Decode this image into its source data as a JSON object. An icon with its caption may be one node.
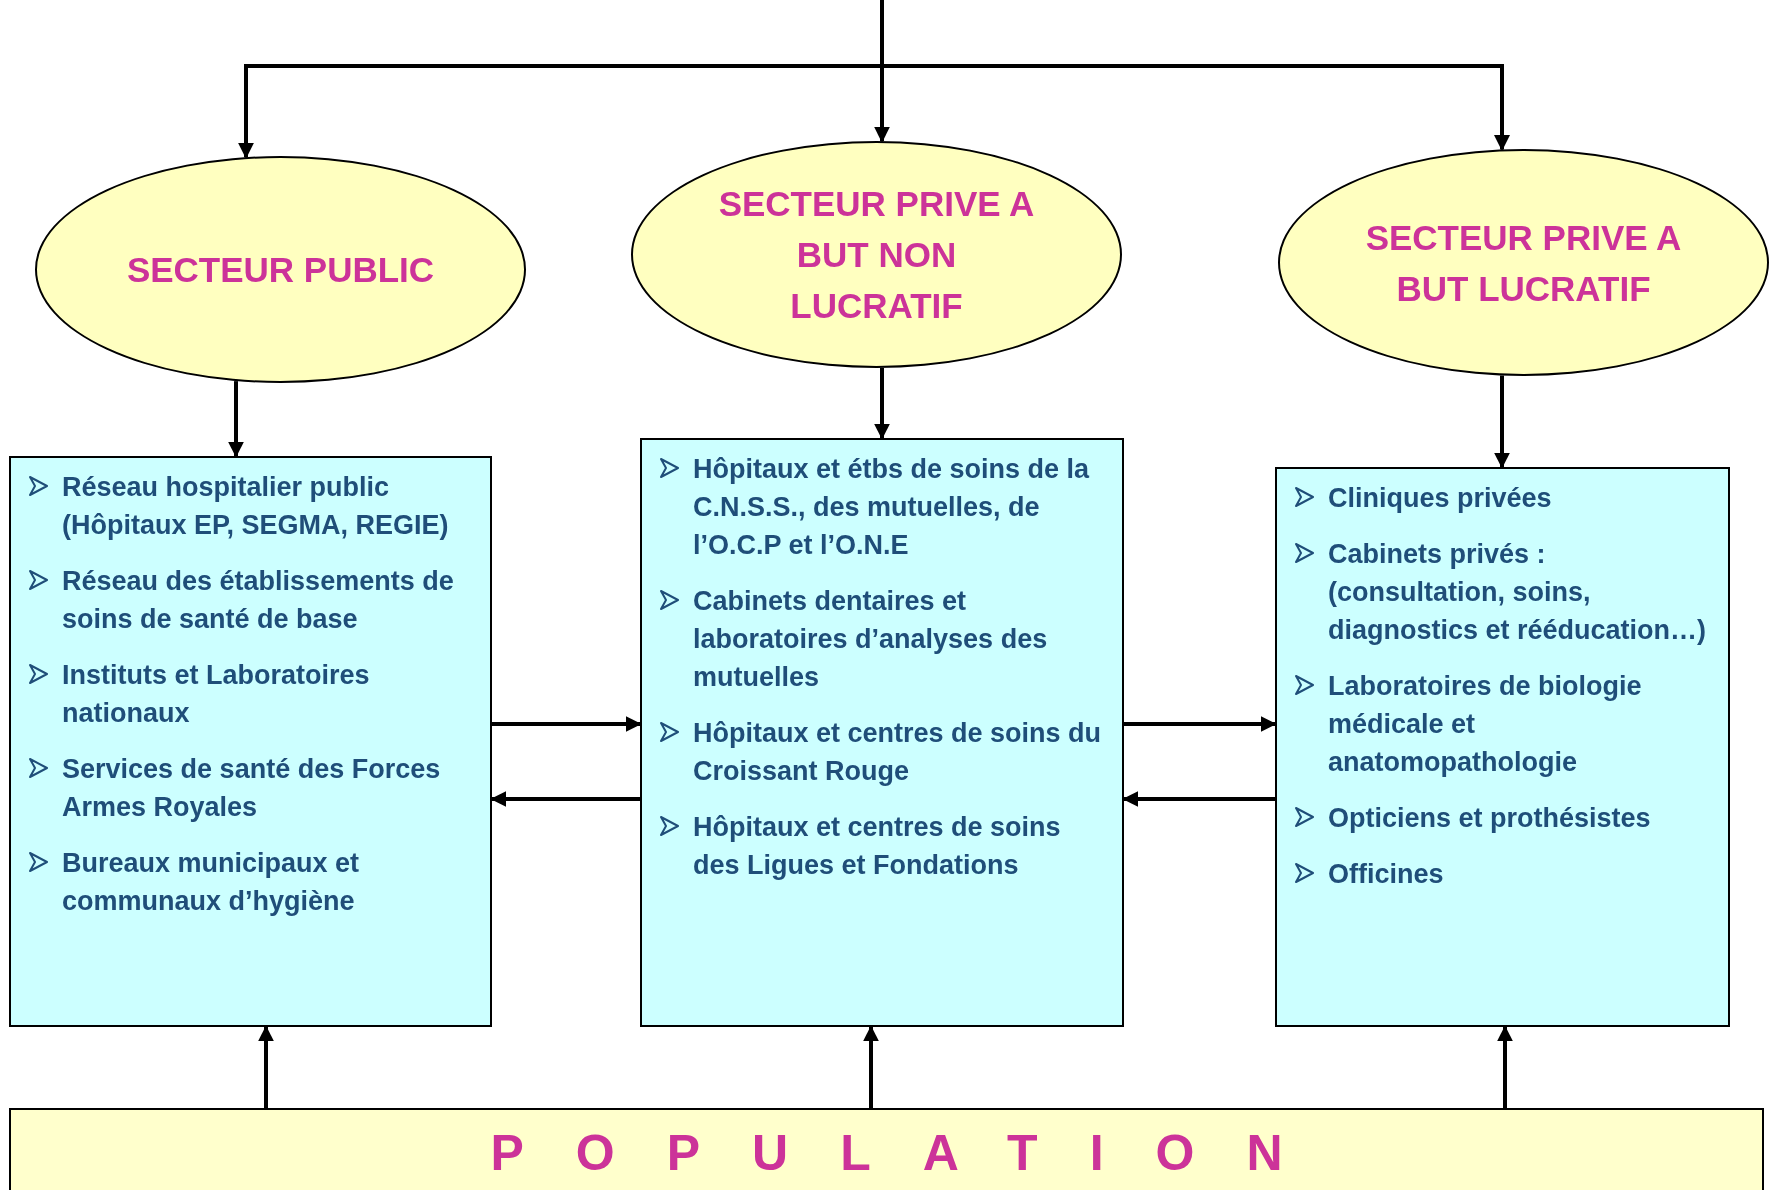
{
  "diagram": {
    "nodes": [
      {
        "text": [
          "SECTEUR PUBLIC"
        ]
      },
      {
        "text": [
          "SECTEUR PRIVE A BUT NON LUCRATIF"
        ]
      },
      {
        "text": [
          "SECTEUR PRIVE A BUT LUCRATIF"
        ]
      },
      {
        "text": [
          "Réseau hospitalier  public (Hôpitaux EP, SEGMA, REGIE)",
          "Réseau des établissements de soins de santé de base",
          "Instituts et Laboratoires nationaux",
          "Services de santé des Forces Armes Royales",
          "Bureaux municipaux et communaux d’hygiène"
        ]
      },
      {
        "text": [
          "Hôpitaux et  étbs de soins de la C.N.S.S., des mutuelles, de l’O.C.P et l’O.N.E",
          "Cabinets dentaires et laboratoires d’analyses des mutuelles",
          "Hôpitaux et centres de soins du Croissant Rouge",
          "Hôpitaux et centres de soins  des Ligues et Fondations"
        ]
      },
      {
        "text": [
          "Cliniques privées",
          "Cabinets privés : (consultation, soins, diagnostics et rééducation…)",
          "Laboratoires de biologie médicale et anatomopathologie",
          "Opticiens et prothésistes",
          "Officines"
        ]
      },
      {
        "text": [
          "POPULATION"
        ]
      }
    ],
    "edges": [
      {
        "from": null,
        "to": 0,
        "arrow": "to"
      },
      {
        "from": null,
        "to": 1,
        "arrow": "to"
      },
      {
        "from": null,
        "to": 2,
        "arrow": "to"
      },
      {
        "from": 0,
        "to": 3,
        "arrow": "to"
      },
      {
        "from": 1,
        "to": 4,
        "arrow": "to"
      },
      {
        "from": 2,
        "to": 5,
        "arrow": "to"
      },
      {
        "from": 3,
        "to": 4,
        "arrow": "to"
      },
      {
        "from": 4,
        "to": 3,
        "arrow": "to"
      },
      {
        "from": 4,
        "to": 5,
        "arrow": "to"
      },
      {
        "from": 5,
        "to": 4,
        "arrow": "to"
      },
      {
        "from": 6,
        "to": 3,
        "arrow": "to"
      },
      {
        "from": 6,
        "to": 4,
        "arrow": "to"
      },
      {
        "from": 6,
        "to": 5,
        "arrow": "to"
      }
    ]
  }
}
